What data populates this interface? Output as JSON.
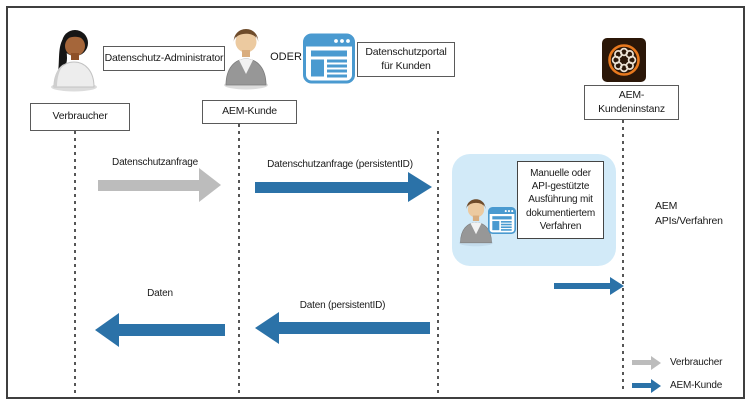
{
  "diagram": {
    "title_context": "AEM Datenschutz-Workflow",
    "actors": {
      "verbraucher_avatar": "woman-user-icon",
      "admin_label": "Datenschutz-Administrator",
      "verbraucher_label": "Verbraucher",
      "kunde_avatar": "man-user-icon",
      "oder_label": "ODER",
      "portal_icon": "browser-window-icon",
      "portal_label": "Datenschutzportal\nfür Kunden",
      "kunde_label": "AEM-Kunde",
      "aem_icon": "aem-logo-icon",
      "aem_instanz_label": "AEM-\nKundeninstanz"
    },
    "messages": {
      "msg1": "Datenschutzanfrage",
      "msg2": "Datenschutzanfrage (persistentID)",
      "msg3": "Daten",
      "msg4": "Daten (persistentID)"
    },
    "process": {
      "box_text": "Manuelle oder\nAPI-gestützte\nAusführung mit\ndokumentiertem\nVerfahren",
      "side_text": "AEM\nAPIs/Verfahren"
    },
    "legend": [
      {
        "label": "Verbraucher",
        "color": "#bcbcbc"
      },
      {
        "label": "AEM-Kunde",
        "color": "#2b72a8"
      }
    ],
    "colors": {
      "arrow_blue": "#2b72a8",
      "arrow_gray": "#bcbcbc",
      "process_fill": "#d2eaf8",
      "portal_icon_blue": "#4a9ad0",
      "aem_orange": "#e8791e",
      "aem_dark": "#2b1708"
    }
  }
}
